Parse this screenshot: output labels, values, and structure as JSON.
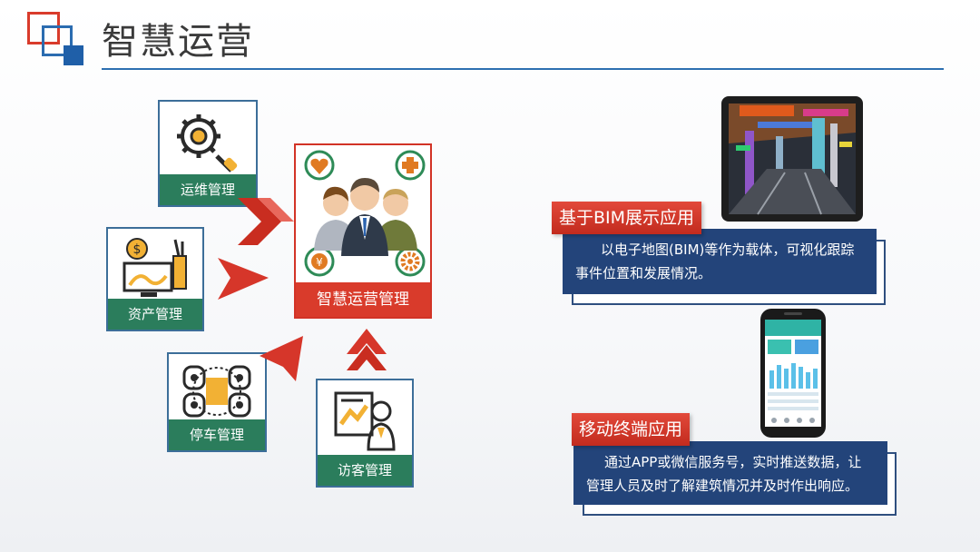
{
  "header": {
    "title": "智慧运营"
  },
  "modules": {
    "ops": "运维管理",
    "asset": "资产管理",
    "parking": "停车管理",
    "visitor": "访客管理"
  },
  "center": {
    "label": "智慧运营管理"
  },
  "features": {
    "bim": {
      "tag": "基于BIM展示应用",
      "line1": "以电子地图(BIM)等作为载体，可视化跟踪",
      "line2": "事件位置和发展情况。"
    },
    "mobile": {
      "tag": "移动终端应用",
      "line1": "通过APP或微信服务号，实时推送数据，让",
      "line2": "管理人员及时了解建筑情况并及时作出响应。"
    }
  },
  "colors": {
    "brand_red": "#d93b2b",
    "brand_blue": "#23447a",
    "module_green": "#2b7d5c",
    "rule_blue": "#2d6fb1"
  },
  "icons": [
    "gear-wrench-icon",
    "finance-desk-icon",
    "parking-cars-icon",
    "visitor-presentation-icon",
    "heart-icon",
    "plus-icon",
    "yen-icon",
    "gear-icon"
  ]
}
